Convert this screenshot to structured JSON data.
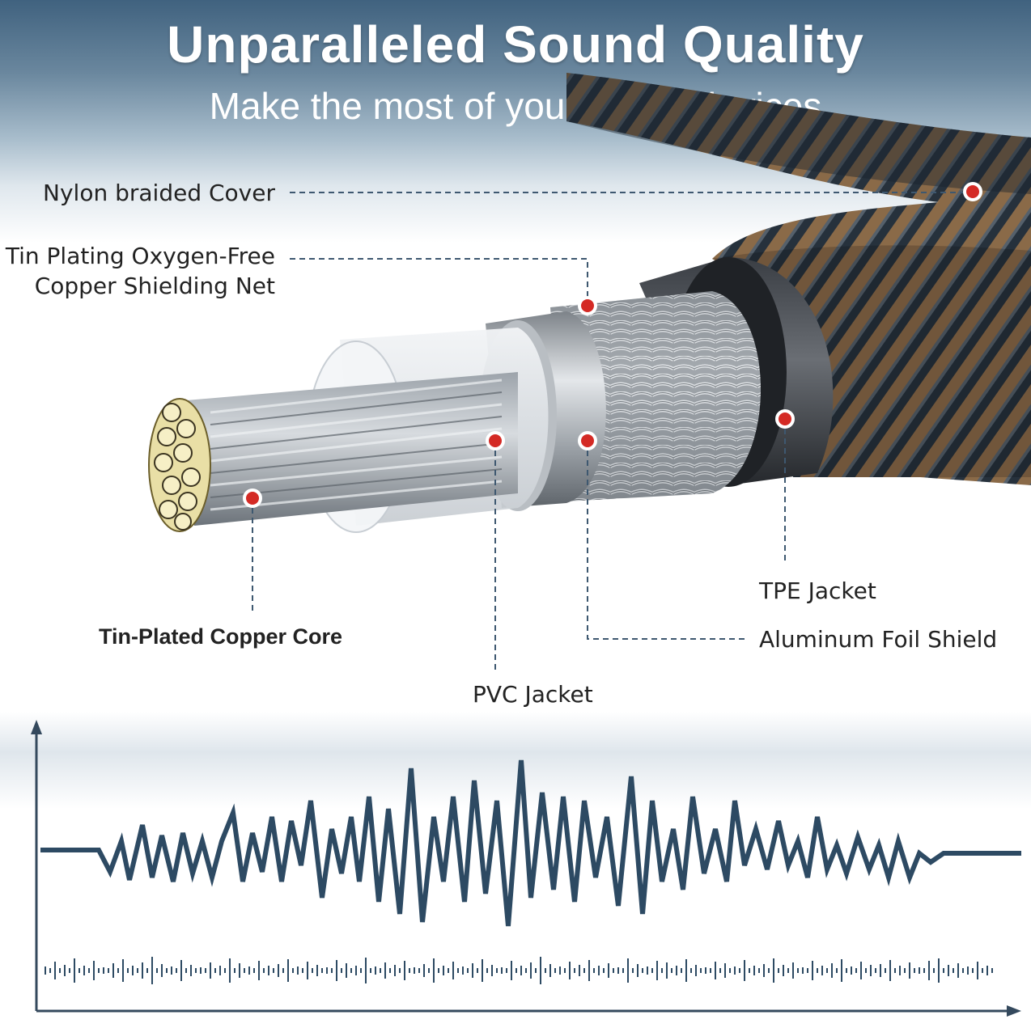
{
  "header": {
    "title": "Unparalleled Sound Quality",
    "subtitle": "Make the most of your music devices"
  },
  "labels": {
    "nylon_cover": "Nylon braided Cover",
    "shielding_net_line1": "Tin Plating Oxygen-Free",
    "shielding_net_line2": "Copper Shielding Net",
    "copper_core": "Tin-Plated Copper Core",
    "pvc_jacket": "PVC Jacket",
    "tpe_jacket": "TPE Jacket",
    "aluminum_foil": "Aluminum Foil Shield"
  },
  "colors": {
    "marker": "#d42a25",
    "waveform": "#2d4a63",
    "axis": "#34495d",
    "braid_dark": "#1f2a36",
    "braid_tan": "#9c7a55"
  }
}
